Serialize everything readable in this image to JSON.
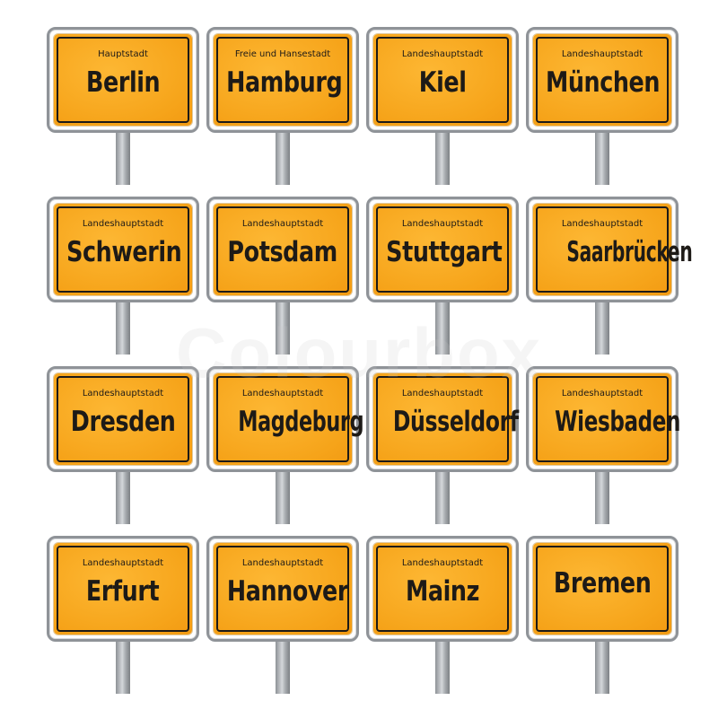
{
  "signs": [
    {
      "subtitle": "Hauptstadt",
      "city": "Berlin"
    },
    {
      "subtitle": "Freie und Hansestadt",
      "city": "Hamburg"
    },
    {
      "subtitle": "Landeshauptstadt",
      "city": "Kiel"
    },
    {
      "subtitle": "Landeshauptstadt",
      "city": "München"
    },
    {
      "subtitle": "Landeshauptstadt",
      "city": "Schwerin"
    },
    {
      "subtitle": "Landeshauptstadt",
      "city": "Potsdam"
    },
    {
      "subtitle": "Landeshauptstadt",
      "city": "Stuttgart"
    },
    {
      "subtitle": "Landeshauptstadt",
      "city": "Saarbrücken"
    },
    {
      "subtitle": "Landeshauptstadt",
      "city": "Dresden"
    },
    {
      "subtitle": "Landeshauptstadt",
      "city": "Magdeburg"
    },
    {
      "subtitle": "Landeshauptstadt",
      "city": "Düsseldorf"
    },
    {
      "subtitle": "Landeshauptstadt",
      "city": "Wiesbaden"
    },
    {
      "subtitle": "Landeshauptstadt",
      "city": "Erfurt"
    },
    {
      "subtitle": "Landeshauptstadt",
      "city": "Hannover"
    },
    {
      "subtitle": "Landeshauptstadt",
      "city": "Mainz"
    },
    {
      "subtitle": "",
      "city": "Bremen"
    }
  ],
  "watermark": "Colourbox",
  "colors": {
    "plate": "#f6a41a",
    "text": "#1d1a17",
    "frame": "#8f9398"
  }
}
